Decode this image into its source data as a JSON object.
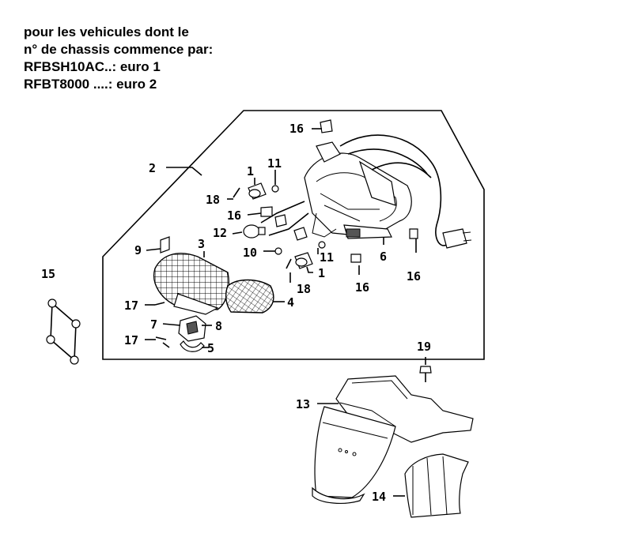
{
  "header": {
    "lines": [
      "pour les vehicules dont le",
      "n° de chassis commence par:",
      "RFBSH10AC..: euro 1",
      "RFBT8000 ....: euro 2"
    ]
  },
  "callouts": {
    "c1": "1",
    "c1b": "1",
    "c2": "2",
    "c3": "3",
    "c4": "4",
    "c5": "5",
    "c6": "6",
    "c7": "7",
    "c8": "8",
    "c9": "9",
    "c10": "10",
    "c11": "11",
    "c11b": "11",
    "c12": "12",
    "c13": "13",
    "c14": "14",
    "c15": "15",
    "c16": "16",
    "c16b": "16",
    "c16c": "16",
    "c16d": "16",
    "c17": "17",
    "c17b": "17",
    "c18": "18",
    "c18b": "18",
    "c19": "19"
  }
}
